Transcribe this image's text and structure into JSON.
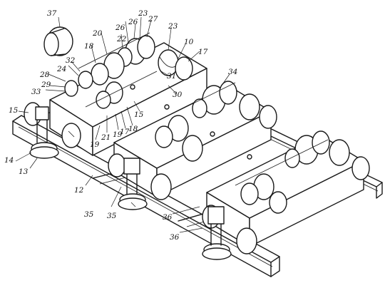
{
  "diagram": {
    "callouts": [
      {
        "id": "c37a",
        "text": "37"
      },
      {
        "id": "c23a",
        "text": "23"
      },
      {
        "id": "c26a",
        "text": "26"
      },
      {
        "id": "c26b",
        "text": "26"
      },
      {
        "id": "c27a",
        "text": "27"
      },
      {
        "id": "c23b",
        "text": "23"
      },
      {
        "id": "c20",
        "text": "20"
      },
      {
        "id": "c22",
        "text": "22"
      },
      {
        "id": "c10",
        "text": "10"
      },
      {
        "id": "c17a",
        "text": "17"
      },
      {
        "id": "c18a",
        "text": "18"
      },
      {
        "id": "c32",
        "text": "32"
      },
      {
        "id": "c24",
        "text": "24"
      },
      {
        "id": "c28",
        "text": "28"
      },
      {
        "id": "c29",
        "text": "29"
      },
      {
        "id": "c33",
        "text": "33"
      },
      {
        "id": "c31",
        "text": "31"
      },
      {
        "id": "c30",
        "text": "30"
      },
      {
        "id": "c34",
        "text": "34"
      },
      {
        "id": "c15a",
        "text": "15"
      },
      {
        "id": "c15b",
        "text": "15"
      },
      {
        "id": "c19a",
        "text": "19"
      },
      {
        "id": "c21",
        "text": "21"
      },
      {
        "id": "c19b",
        "text": "19"
      },
      {
        "id": "c17b",
        "text": "17"
      },
      {
        "id": "c18b",
        "text": "18"
      },
      {
        "id": "c14",
        "text": "14"
      },
      {
        "id": "c13",
        "text": "13"
      },
      {
        "id": "c12",
        "text": "12"
      },
      {
        "id": "c35a",
        "text": "35"
      },
      {
        "id": "c35b",
        "text": "35"
      },
      {
        "id": "c36a",
        "text": "36"
      },
      {
        "id": "c36b",
        "text": "36"
      }
    ]
  }
}
